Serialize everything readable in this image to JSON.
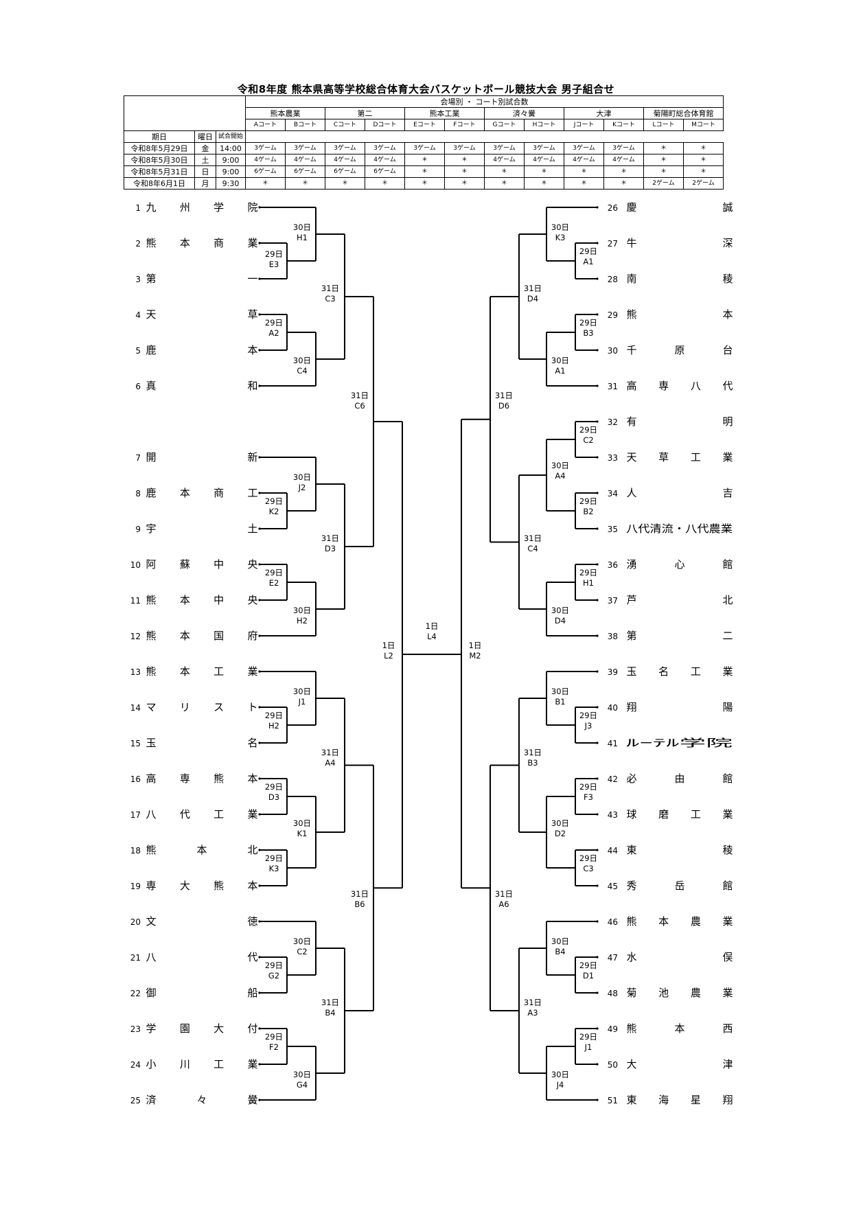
{
  "title": "令和8年度 熊本県高等学校総合体育大会バスケットボール競技大会 男子組合せ",
  "schedule": {
    "header_main": "会場別 ・ コート別試合数",
    "venues": [
      "熊本農業",
      "第二",
      "熊本工業",
      "済々黌",
      "大津",
      "菊陽町総合体育館"
    ],
    "col_date": "期日",
    "col_day": "曜日",
    "col_start": "試合開始",
    "courts": [
      "Aコート",
      "Bコート",
      "Cコート",
      "Dコート",
      "Eコート",
      "Fコート",
      "Gコート",
      "Hコート",
      "Jコート",
      "Kコート",
      "Lコート",
      "Mコート"
    ],
    "rows": [
      {
        "date": "令和8年5月29日",
        "day": "金",
        "start": "14:00",
        "cells": [
          "3ゲーム",
          "3ゲーム",
          "3ゲーム",
          "3ゲーム",
          "3ゲーム",
          "3ゲーム",
          "3ゲーム",
          "3ゲーム",
          "3ゲーム",
          "3ゲーム",
          "＊",
          "＊"
        ]
      },
      {
        "date": "令和8年5月30日",
        "day": "土",
        "start": "9:00",
        "cells": [
          "4ゲーム",
          "4ゲーム",
          "4ゲーム",
          "4ゲーム",
          "＊",
          "＊",
          "4ゲーム",
          "4ゲーム",
          "4ゲーム",
          "4ゲーム",
          "＊",
          "＊"
        ]
      },
      {
        "date": "令和8年5月31日",
        "day": "日",
        "start": "9:00",
        "cells": [
          "6ゲーム",
          "6ゲーム",
          "6ゲーム",
          "6ゲーム",
          "＊",
          "＊",
          "＊",
          "＊",
          "＊",
          "＊",
          "＊",
          "＊"
        ]
      },
      {
        "date": "令和8年6月1日",
        "day": "月",
        "start": "9:30",
        "cells": [
          "＊",
          "＊",
          "＊",
          "＊",
          "＊",
          "＊",
          "＊",
          "＊",
          "＊",
          "＊",
          "2ゲーム",
          "2ゲーム"
        ]
      }
    ]
  },
  "left_teams": [
    {
      "n": "1",
      "name": "九州学院"
    },
    {
      "n": "2",
      "name": "熊本商業"
    },
    {
      "n": "3",
      "name": "第一"
    },
    {
      "n": "4",
      "name": "天草"
    },
    {
      "n": "5",
      "name": "鹿本"
    },
    {
      "n": "6",
      "name": "真和"
    },
    {
      "n": "7",
      "name": "開新"
    },
    {
      "n": "8",
      "name": "鹿本商工"
    },
    {
      "n": "9",
      "name": "宇土"
    },
    {
      "n": "10",
      "name": "阿蘇中央"
    },
    {
      "n": "11",
      "name": "熊本中央"
    },
    {
      "n": "12",
      "name": "熊本国府"
    },
    {
      "n": "13",
      "name": "熊本工業"
    },
    {
      "n": "14",
      "name": "マリスト"
    },
    {
      "n": "15",
      "name": "玉名"
    },
    {
      "n": "16",
      "name": "高専熊本"
    },
    {
      "n": "17",
      "name": "八代工業"
    },
    {
      "n": "18",
      "name": "熊本北"
    },
    {
      "n": "19",
      "name": "専大熊本"
    },
    {
      "n": "20",
      "name": "文徳"
    },
    {
      "n": "21",
      "name": "八代"
    },
    {
      "n": "22",
      "name": "御船"
    },
    {
      "n": "23",
      "name": "学園大付"
    },
    {
      "n": "24",
      "name": "小川工業"
    },
    {
      "n": "25",
      "name": "済々黌"
    }
  ],
  "right_teams": [
    {
      "n": "26",
      "name": "慶誠"
    },
    {
      "n": "27",
      "name": "牛深"
    },
    {
      "n": "28",
      "name": "南稜"
    },
    {
      "n": "29",
      "name": "熊本"
    },
    {
      "n": "30",
      "name": "千原台"
    },
    {
      "n": "31",
      "name": "高専八代"
    },
    {
      "n": "32",
      "name": "有明"
    },
    {
      "n": "33",
      "name": "天草工業"
    },
    {
      "n": "34",
      "name": "人吉"
    },
    {
      "n": "35",
      "name": "八代清流・八代農業"
    },
    {
      "n": "36",
      "name": "湧心館"
    },
    {
      "n": "37",
      "name": "芦北"
    },
    {
      "n": "38",
      "name": "第二"
    },
    {
      "n": "39",
      "name": "玉名工業"
    },
    {
      "n": "40",
      "name": "翔陽"
    },
    {
      "n": "41",
      "name": "ﾙｰﾃﾙ学院"
    },
    {
      "n": "42",
      "name": "必由館"
    },
    {
      "n": "43",
      "name": "球磨工業"
    },
    {
      "n": "44",
      "name": "東稜"
    },
    {
      "n": "45",
      "name": "秀岳館"
    },
    {
      "n": "46",
      "name": "熊本農業"
    },
    {
      "n": "47",
      "name": "水俣"
    },
    {
      "n": "48",
      "name": "菊池農業"
    },
    {
      "n": "49",
      "name": "熊本西"
    },
    {
      "n": "50",
      "name": "大津"
    },
    {
      "n": "51",
      "name": "東海星翔"
    }
  ],
  "match_labels": {
    "L_A": [
      "30日",
      "H1"
    ],
    "L_B": [
      "29日",
      "E3"
    ],
    "L_C": [
      "29日",
      "A2"
    ],
    "L_D": [
      "30日",
      "C4"
    ],
    "L_E": [
      "31日",
      "C3"
    ],
    "L_F": [
      "30日",
      "J2"
    ],
    "L_G": [
      "29日",
      "K2"
    ],
    "L_H": [
      "29日",
      "E2"
    ],
    "L_I": [
      "30日",
      "H2"
    ],
    "L_J": [
      "31日",
      "D3"
    ],
    "L_K": [
      "31日",
      "C6"
    ],
    "L_L": [
      "30日",
      "J1"
    ],
    "L_M": [
      "29日",
      "H2"
    ],
    "L_N": [
      "29日",
      "D3"
    ],
    "L_O": [
      "29日",
      "K3"
    ],
    "L_P": [
      "30日",
      "K1"
    ],
    "L_Q": [
      "31日",
      "A4"
    ],
    "L_R": [
      "30日",
      "C2"
    ],
    "L_S": [
      "29日",
      "G2"
    ],
    "L_T": [
      "29日",
      "F2"
    ],
    "L_U": [
      "30日",
      "G4"
    ],
    "L_V": [
      "31日",
      "B4"
    ],
    "L_W": [
      "31日",
      "B6"
    ],
    "L_X": [
      "1日",
      "L2"
    ],
    "F": [
      "1日",
      "L4"
    ],
    "R_A": [
      "30日",
      "K3"
    ],
    "R_B": [
      "29日",
      "A1"
    ],
    "R_C": [
      "29日",
      "B3"
    ],
    "R_D": [
      "30日",
      "A1"
    ],
    "R_E": [
      "31日",
      "D4"
    ],
    "R_F": [
      "29日",
      "C2"
    ],
    "R_G": [
      "30日",
      "A4"
    ],
    "R_H": [
      "29日",
      "B2"
    ],
    "R_I": [
      "29日",
      "H1"
    ],
    "R_J": [
      "30日",
      "D4"
    ],
    "R_K": [
      "31日",
      "C4"
    ],
    "R_L": [
      "31日",
      "D6"
    ],
    "R_M": [
      "30日",
      "B1"
    ],
    "R_N": [
      "29日",
      "J3"
    ],
    "R_O": [
      "29日",
      "F3"
    ],
    "R_P": [
      "29日",
      "C3"
    ],
    "R_Q": [
      "30日",
      "D2"
    ],
    "R_R": [
      "31日",
      "B3"
    ],
    "R_S": [
      "29日",
      "D1"
    ],
    "R_T": [
      "30日",
      "B4"
    ],
    "R_U": [
      "29日",
      "J1"
    ],
    "R_V": [
      "30日",
      "J4"
    ],
    "R_W": [
      "31日",
      "A3"
    ],
    "R_X": [
      "31日",
      "A6"
    ],
    "R_Y": [
      "1日",
      "M2"
    ]
  }
}
